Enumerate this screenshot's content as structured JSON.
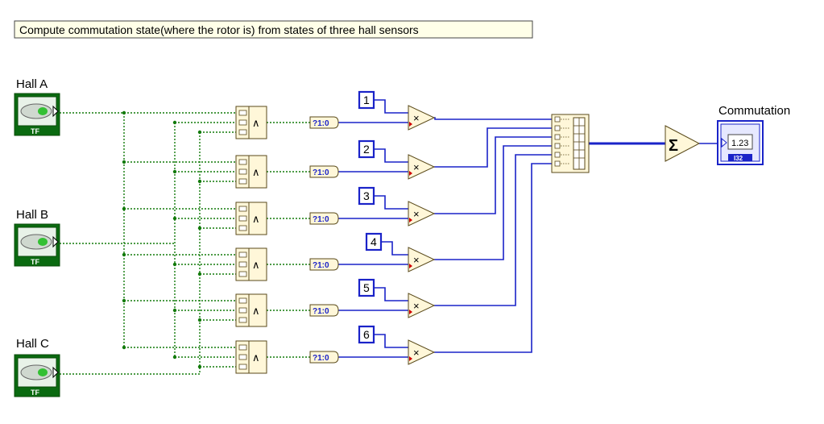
{
  "comment": "Compute commutation state(where the rotor is) from states of three hall sensors",
  "inputs": [
    {
      "label": "Hall A",
      "type_badge": "TF"
    },
    {
      "label": "Hall B",
      "type_badge": "TF"
    },
    {
      "label": "Hall C",
      "type_badge": "TF"
    }
  ],
  "and_gates": [
    {
      "symbol": "∧"
    },
    {
      "symbol": "∧"
    },
    {
      "symbol": "∧"
    },
    {
      "symbol": "∧"
    },
    {
      "symbol": "∧"
    },
    {
      "symbol": "∧"
    }
  ],
  "bool_to_num_label": "?1:0",
  "constants": [
    "1",
    "2",
    "3",
    "4",
    "5",
    "6"
  ],
  "multiply_symbol": "×",
  "sum_symbol": "Σ",
  "output": {
    "label": "Commutation",
    "display": "1.23",
    "type_badge": "I32"
  },
  "colors": {
    "boolean_wire": "#127a0a",
    "numeric_wire": "#1a23c8",
    "node_fill": "#fff7d9",
    "node_border": "#5a4a1a",
    "constant_border": "#1a23c8",
    "comment_fill": "#ffffe8"
  }
}
